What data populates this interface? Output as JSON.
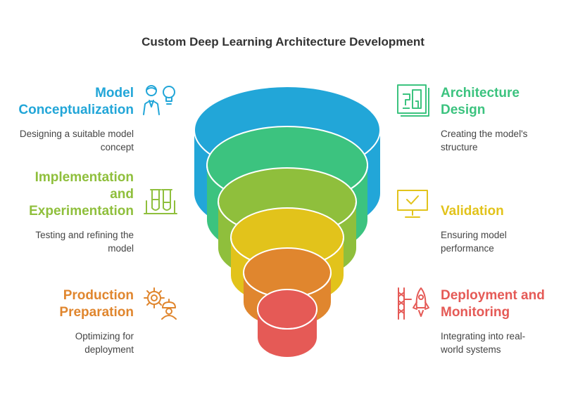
{
  "title": "Custom Deep Learning Architecture Development",
  "stages": [
    {
      "heading": "Model Conceptualization",
      "description": "Designing a suitable model concept",
      "color": "#22a6d8",
      "icon": "person-lightbulb-icon"
    },
    {
      "heading": "Architecture Design",
      "description": "Creating the model's structure",
      "color": "#3cc37f",
      "icon": "blueprint-icon"
    },
    {
      "heading": "Implementation and Experimentation",
      "description": "Testing and refining the model",
      "color": "#8fbf3c",
      "icon": "test-tubes-icon"
    },
    {
      "heading": "Validation",
      "description": "Ensuring model performance",
      "color": "#e2c31b",
      "icon": "monitor-check-icon"
    },
    {
      "heading": "Production Preparation",
      "description": "Optimizing for deployment",
      "color": "#e0862e",
      "icon": "gear-worker-icon"
    },
    {
      "heading": "Deployment and Monitoring",
      "description": "Integrating into real-world systems",
      "color": "#e55a56",
      "icon": "rocket-launch-icon"
    }
  ]
}
